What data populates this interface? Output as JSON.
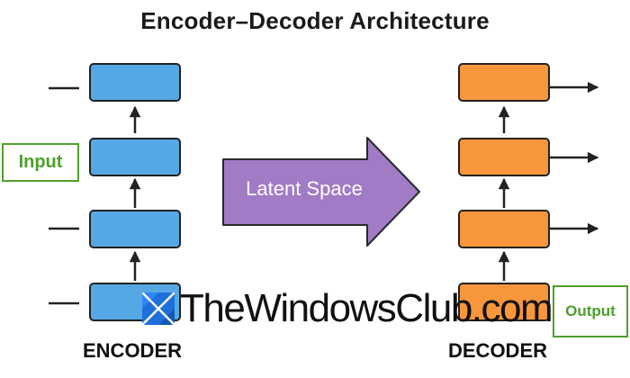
{
  "title": "Encoder–Decoder Architecture",
  "encoder": {
    "label": "ENCODER",
    "input_label": "Input",
    "block_count": 4,
    "block_color": "#56A8E5"
  },
  "decoder": {
    "label": "DECODER",
    "output_label": "Output",
    "block_count": 4,
    "block_color": "#F7963B"
  },
  "latent": {
    "label": "Latent Space",
    "color": "#A27BC6"
  },
  "watermark": {
    "text": "TheWindowsClub.com",
    "logo": "windows-logo-icon"
  },
  "colors": {
    "label_green": "#4E9F2B",
    "outline": "#222222"
  }
}
